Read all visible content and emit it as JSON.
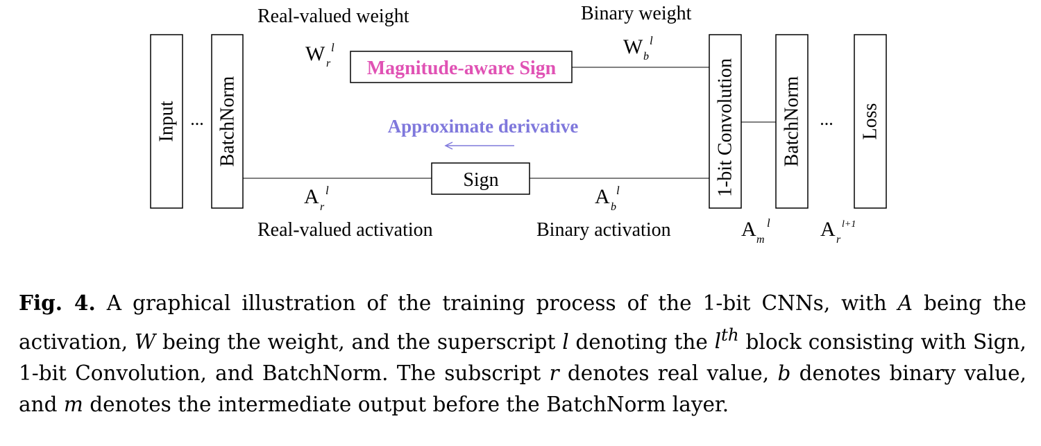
{
  "figure": {
    "blocks": {
      "input": "Input",
      "batchnorm_left": "BatchNorm",
      "conv": "1-bit Convolution",
      "batchnorm_right": "BatchNorm",
      "loss": "Loss"
    },
    "ellipsis_left": "...",
    "ellipsis_right": "...",
    "sign_box": "Sign",
    "mag_box": "Magnitude-aware Sign",
    "approx_derivative": "Approximate derivative",
    "real_weight_label": "Real-valued weight",
    "binary_weight_label": "Binary weight",
    "real_activation_label": "Real-valued activation",
    "binary_activation_label": "Binary activation",
    "symbols": {
      "wr": {
        "base": "W",
        "sub": "r",
        "sup": "l"
      },
      "wb": {
        "base": "W",
        "sub": "b",
        "sup": "l"
      },
      "ar": {
        "base": "A",
        "sub": "r",
        "sup": "l"
      },
      "ab": {
        "base": "A",
        "sub": "b",
        "sup": "l"
      },
      "am": {
        "base": "A",
        "sub": "m",
        "sup": "l"
      },
      "ar_next": {
        "base": "A",
        "sub": "r",
        "sup": "l+1"
      }
    },
    "colors": {
      "magnitude_sign": "#e052b4",
      "approx_derivative": "#7f78dc"
    }
  },
  "caption": {
    "label": "Fig. 4.",
    "seg1": "A graphical illustration of the training process of the 1-bit CNNs, with",
    "var_a": "A",
    "seg2": "being the activation,",
    "var_w": "W",
    "seg3": "being the weight, and the superscript",
    "var_l": "l",
    "seg4": "denoting the",
    "var_lth": "l",
    "sup_th": "th",
    "seg5": "block consisting with Sign, 1-bit Convolution, and BatchNorm. The subscript",
    "var_r": "r",
    "seg6": "denotes real value,",
    "var_b": "b",
    "seg7": "denotes binary value, and",
    "var_m": "m",
    "seg8": "denotes the intermediate output before the BatchNorm layer."
  }
}
